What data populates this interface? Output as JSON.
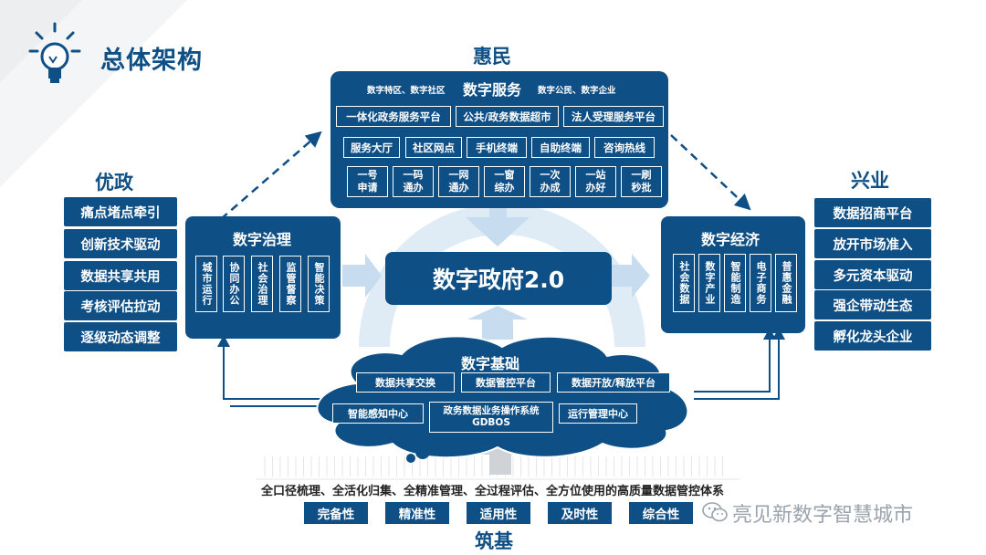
{
  "title": "总体架构",
  "icons": {
    "header": "lightbulb-icon",
    "watermark": "wechat-icon"
  },
  "labels": {
    "top": "惠民",
    "left": "优政",
    "right": "兴业",
    "bottom": "筑基"
  },
  "service": {
    "title": "数字服务",
    "left_note": "数字特区、数字社区",
    "right_note": "数字公民、数字企业",
    "platforms": [
      "一体化政务服务平台",
      "公共/政务数据超市",
      "法人受理服务平台"
    ],
    "channels": [
      "服务大厅",
      "社区网点",
      "手机终端",
      "自助终端",
      "咨询热线"
    ],
    "items": [
      "一号\n申请",
      "一码\n通办",
      "一网\n通办",
      "一窗\n综办",
      "一次\n办成",
      "一站\n办好",
      "一刷\n秒批"
    ]
  },
  "governance": {
    "title": "数字治理",
    "items": [
      "城市运行",
      "协同办公",
      "社会治理",
      "监管督察",
      "智能决策"
    ]
  },
  "economy": {
    "title": "数字经济",
    "items": [
      "社会数据",
      "数字产业",
      "智能制造",
      "电子商务",
      "普惠金融"
    ]
  },
  "center": {
    "title": "数字政府2.0"
  },
  "foundation": {
    "title": "数字基础",
    "row1": [
      "数据共享交换",
      "数据管控平台",
      "数据开放/释放平台"
    ],
    "row2": [
      "智能感知中心",
      "政务数据业务操作系统\nGDBOS",
      "运行管理中心"
    ]
  },
  "left_list": [
    "痛点堵点牵引",
    "创新技术驱动",
    "数据共享共用",
    "考核评估拉动",
    "逐级动态调整"
  ],
  "right_list": [
    "数据招商平台",
    "放开市场准入",
    "多元资本驱动",
    "强企带动生态",
    "孵化龙头企业"
  ],
  "system_text": "全口径梳理、全活化归集、全精准管理、全过程评估、全方位使用的高质量数据管控体系",
  "attributes": [
    "完备性",
    "精准性",
    "适用性",
    "及时性",
    "综合性"
  ],
  "watermark": "亮见新数字智慧城市",
  "colors": {
    "navy": "#0e4f86",
    "light_blue": "#c7dcee",
    "gray": "#cfd3d8"
  }
}
